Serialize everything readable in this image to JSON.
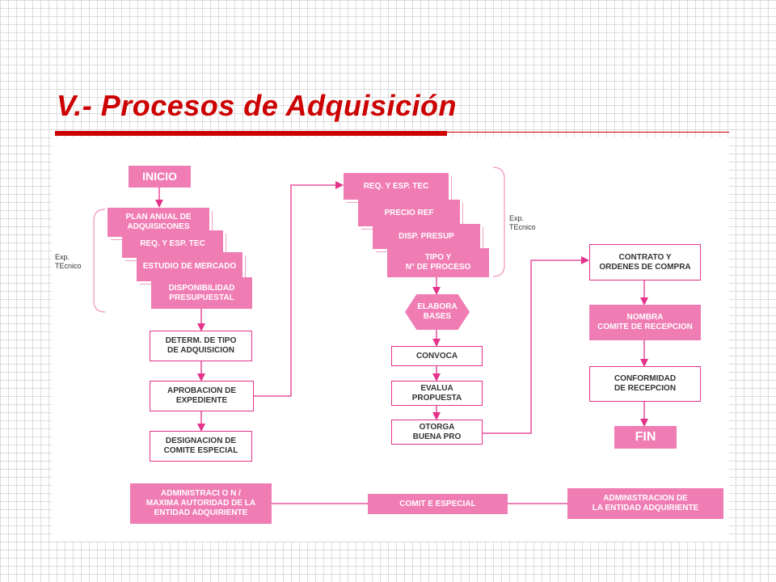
{
  "slide": {
    "title": "V.- Procesos de Adquisición"
  },
  "diagram": {
    "accent_color": "#f07cb4",
    "border_color": "#e3338a",
    "title_color": "#cc0000",
    "exp_label_left": "Exp.\nTEcnico",
    "exp_label_right": "Exp.\nTEcnico",
    "nodes": {
      "inicio": "INICIO",
      "plan_anual": "PLAN ANUAL DE\nADQUISICONES",
      "req_esp_tec_left": "REQ. Y ESP. TEC",
      "estudio_mercado": "ESTUDIO DE MERCADO",
      "disponibilidad": "DISPONIBILIDAD\nPRESUPUESTAL",
      "determ_tipo": "DETERM. DE TIPO\nDE ADQUISICION",
      "aprobacion": "APROBACION DE\nEXPEDIENTE",
      "designacion": "DESIGNACION DE\nCOMITE   ESPECIAL",
      "req_esp_tec_mid": "REQ. Y ESP. TEC",
      "precio_ref": "PRECIO REF",
      "disp_presup": "DISP. PRESUP",
      "tipo_proceso": "TIPO Y\nN°  DE PROCESO",
      "elabora_bases": "ELABORA\nBASES",
      "convoca": "CONVOCA",
      "evalua": "EVALUA\nPROPUESTA",
      "otorga": "OTORGA\nBUENA PRO",
      "contrato": "CONTRATO Y\nORDENES DE COMPRA",
      "nombra_comite": "NOMBRA\nCOMITE  DE  RECEPCION",
      "conformidad": "CONFORMIDAD\nDE RECEPCION",
      "fin": "FIN",
      "administracion_left": "ADMINISTRACI O N /\nMAXIMA AUTORIDAD DE LA\nENTIDAD ADQUIRIENTE",
      "comite_especial": "COMIT E   ESPECIAL",
      "administracion_right": "ADMINISTRACION DE\nLA ENTIDAD ADQUIRIENTE"
    }
  }
}
